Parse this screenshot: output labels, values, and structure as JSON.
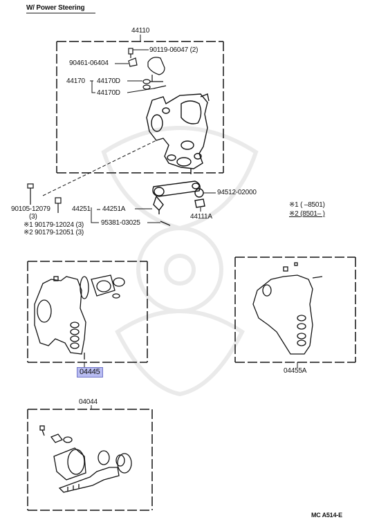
{
  "diagram": {
    "section_title": "W/ Power Steering",
    "footer_code": "MC  A514-E",
    "assemblies": {
      "gear": "44110",
      "kit_a": "04445",
      "kit_b": "04455A",
      "kit_c": "04044"
    },
    "parts": {
      "p1": "90119-06047 (2)",
      "p2": "90461-06404",
      "p3": "44170",
      "p4": "44170D",
      "p5": "44170D",
      "p6": "90105-12079",
      "p6_qty": "(3)",
      "p7": "※1 90179-12024 (3)",
      "p8": "※2 90179-12051 (3)",
      "p9": "94512-02000",
      "p10": "44251",
      "p11": "44251A",
      "p12": "95381-03025",
      "p13": "44111A"
    },
    "notes": {
      "n1": "※1 (      –8501)",
      "n2": "※2 (8501–      )"
    },
    "highlight_color": "#b9bdf2"
  }
}
